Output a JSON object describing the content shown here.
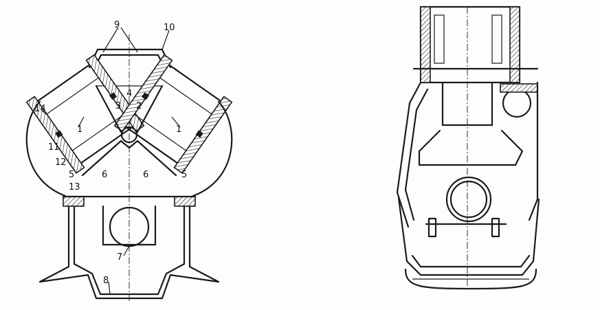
{
  "left_figure": {
    "labels": [
      {
        "text": "9"
      },
      {
        "text": "10"
      },
      {
        "text": "4"
      },
      {
        "text": "3"
      },
      {
        "text": "2"
      },
      {
        "text": "14"
      },
      {
        "text": "1"
      },
      {
        "text": "1"
      },
      {
        "text": "11"
      },
      {
        "text": "12"
      },
      {
        "text": "5"
      },
      {
        "text": "13"
      },
      {
        "text": "6"
      },
      {
        "text": "6"
      },
      {
        "text": "5"
      },
      {
        "text": "7"
      },
      {
        "text": "8"
      }
    ]
  }
}
